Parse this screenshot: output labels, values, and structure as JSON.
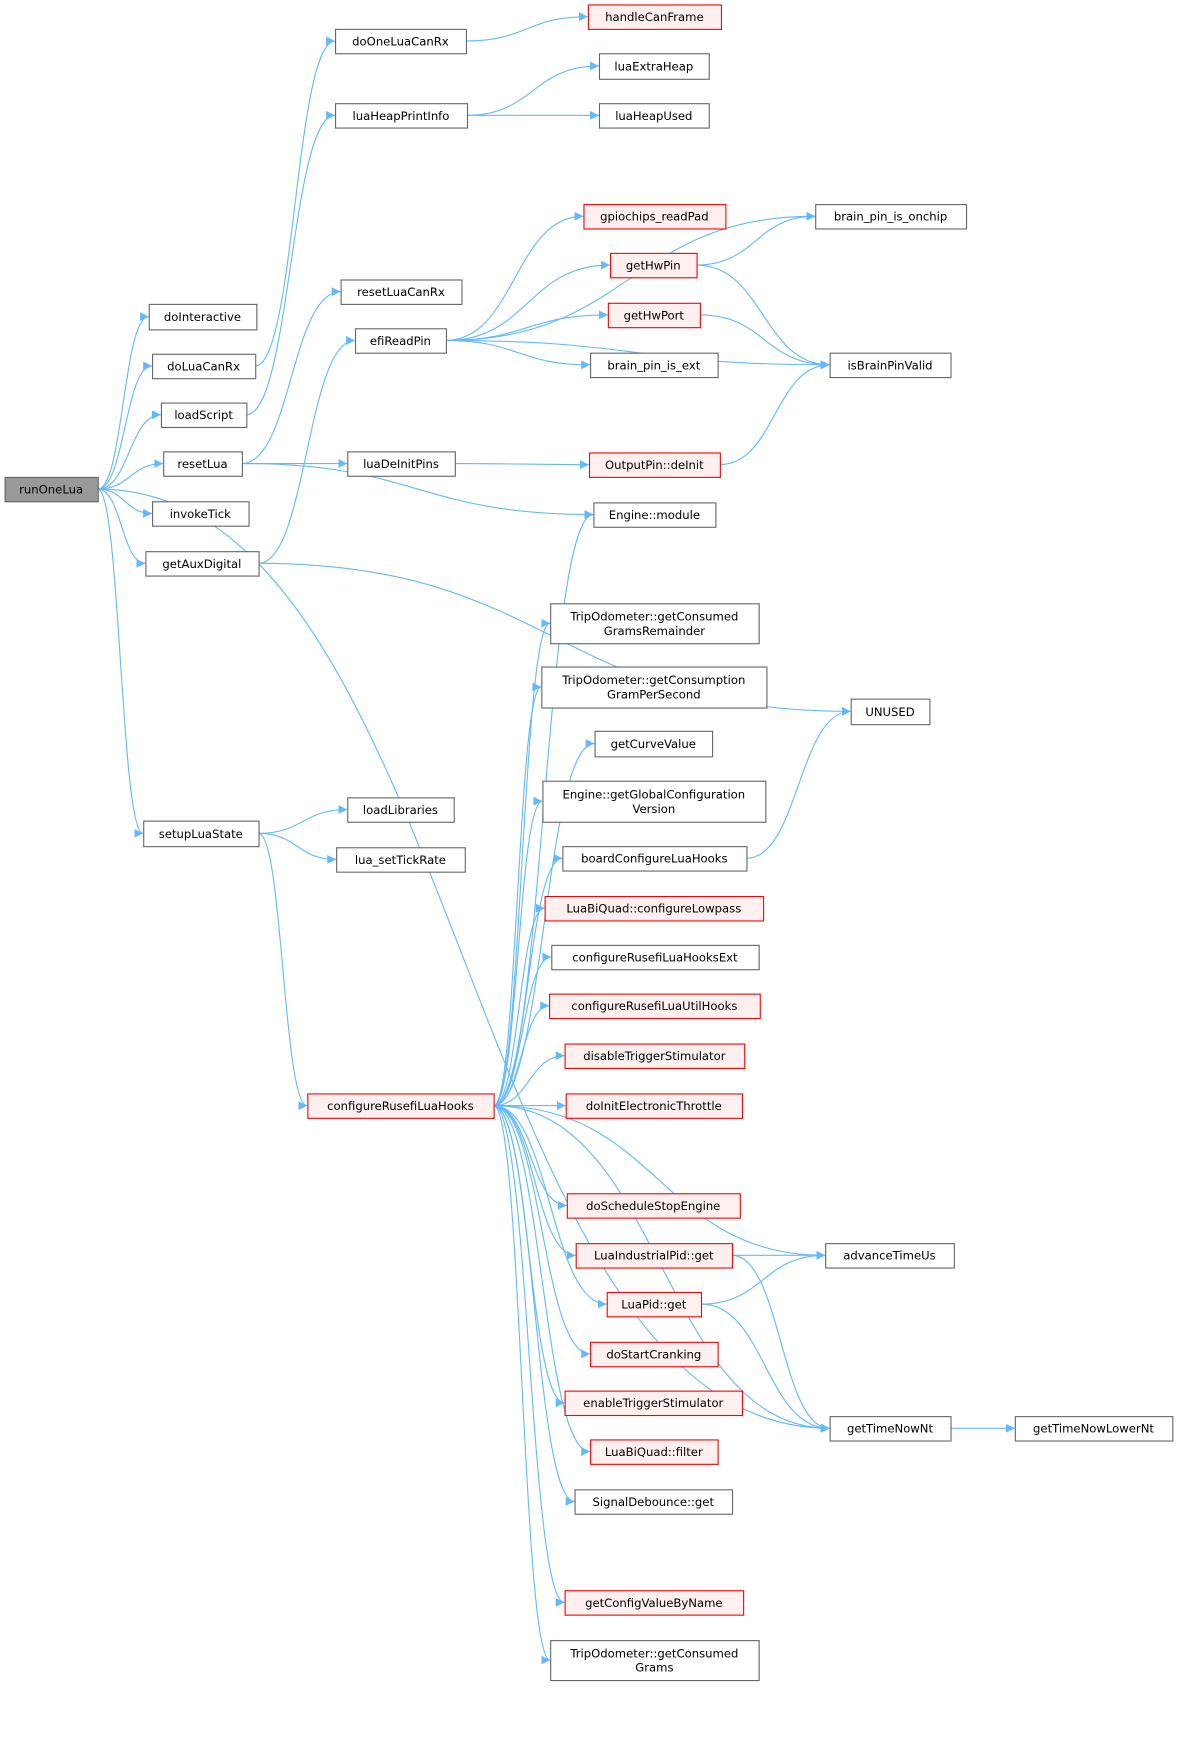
{
  "title": "runOneLua call graph",
  "colors": {
    "edge": "#63b8ff",
    "root_fill": "#999999",
    "red_border": "#ff0000",
    "red_fill": "#fff0f0",
    "border": "#666666"
  },
  "nodes": [
    {
      "id": "runOneLua",
      "lines": [
        "runOneLua"
      ],
      "style": "root"
    },
    {
      "id": "doInteractive",
      "lines": [
        "doInteractive"
      ]
    },
    {
      "id": "doLuaCanRx",
      "lines": [
        "doLuaCanRx"
      ]
    },
    {
      "id": "loadScript",
      "lines": [
        "loadScript"
      ]
    },
    {
      "id": "resetLua",
      "lines": [
        "resetLua"
      ]
    },
    {
      "id": "invokeTick",
      "lines": [
        "invokeTick"
      ]
    },
    {
      "id": "getAuxDigital",
      "lines": [
        "getAuxDigital"
      ]
    },
    {
      "id": "setupLuaState",
      "lines": [
        "setupLuaState"
      ]
    },
    {
      "id": "doOneLuaCanRx",
      "lines": [
        "doOneLuaCanRx"
      ]
    },
    {
      "id": "luaHeapPrintInfo",
      "lines": [
        "luaHeapPrintInfo"
      ]
    },
    {
      "id": "resetLuaCanRx",
      "lines": [
        "resetLuaCanRx"
      ]
    },
    {
      "id": "efiReadPin",
      "lines": [
        "efiReadPin"
      ]
    },
    {
      "id": "luaDeInitPins",
      "lines": [
        "luaDeInitPins"
      ]
    },
    {
      "id": "loadLibraries",
      "lines": [
        "loadLibraries"
      ]
    },
    {
      "id": "lua_setTickRate",
      "lines": [
        "lua_setTickRate"
      ]
    },
    {
      "id": "configureRusefiLuaHooks",
      "lines": [
        "configureRusefiLuaHooks"
      ],
      "style": "red"
    },
    {
      "id": "handleCanFrame",
      "lines": [
        "handleCanFrame"
      ],
      "style": "red"
    },
    {
      "id": "luaExtraHeap",
      "lines": [
        "luaExtraHeap"
      ]
    },
    {
      "id": "luaHeapUsed",
      "lines": [
        "luaHeapUsed"
      ]
    },
    {
      "id": "gpiochips_readPad",
      "lines": [
        "gpiochips_readPad"
      ],
      "style": "red"
    },
    {
      "id": "getHwPin",
      "lines": [
        "getHwPin"
      ],
      "style": "red"
    },
    {
      "id": "getHwPort",
      "lines": [
        "getHwPort"
      ],
      "style": "red"
    },
    {
      "id": "brain_pin_is_ext",
      "lines": [
        "brain_pin_is_ext"
      ]
    },
    {
      "id": "OutputPin::deInit",
      "lines": [
        "OutputPin::deInit"
      ],
      "style": "red"
    },
    {
      "id": "Engine::module",
      "lines": [
        "Engine::module"
      ]
    },
    {
      "id": "TripOdometer::getConsumedGramsRemainder",
      "lines": [
        "TripOdometer::getConsumed",
        "GramsRemainder"
      ]
    },
    {
      "id": "TripOdometer::getConsumptionGramPerSecond",
      "lines": [
        "TripOdometer::getConsumption",
        "GramPerSecond"
      ]
    },
    {
      "id": "getCurveValue",
      "lines": [
        "getCurveValue"
      ]
    },
    {
      "id": "Engine::getGlobalConfigurationVersion",
      "lines": [
        "Engine::getGlobalConfiguration",
        "Version"
      ]
    },
    {
      "id": "boardConfigureLuaHooks",
      "lines": [
        "boardConfigureLuaHooks"
      ]
    },
    {
      "id": "LuaBiQuad::configureLowpass",
      "lines": [
        "LuaBiQuad::configureLowpass"
      ],
      "style": "red"
    },
    {
      "id": "configureRusefiLuaHooksExt",
      "lines": [
        "configureRusefiLuaHooksExt"
      ]
    },
    {
      "id": "configureRusefiLuaUtilHooks",
      "lines": [
        "configureRusefiLuaUtilHooks"
      ],
      "style": "red"
    },
    {
      "id": "disableTriggerStimulator",
      "lines": [
        "disableTriggerStimulator"
      ],
      "style": "red"
    },
    {
      "id": "doInitElectronicThrottle",
      "lines": [
        "doInitElectronicThrottle"
      ],
      "style": "red"
    },
    {
      "id": "doScheduleStopEngine",
      "lines": [
        "doScheduleStopEngine"
      ],
      "style": "red"
    },
    {
      "id": "LuaIndustrialPid::get",
      "lines": [
        "LuaIndustrialPid::get"
      ],
      "style": "red"
    },
    {
      "id": "LuaPid::get",
      "lines": [
        "LuaPid::get"
      ],
      "style": "red"
    },
    {
      "id": "doStartCranking",
      "lines": [
        "doStartCranking"
      ],
      "style": "red"
    },
    {
      "id": "enableTriggerStimulator",
      "lines": [
        "enableTriggerStimulator"
      ],
      "style": "red"
    },
    {
      "id": "LuaBiQuad::filter",
      "lines": [
        "LuaBiQuad::filter"
      ],
      "style": "red"
    },
    {
      "id": "SignalDebounce::get",
      "lines": [
        "SignalDebounce::get"
      ]
    },
    {
      "id": "getConfigValueByName",
      "lines": [
        "getConfigValueByName"
      ],
      "style": "red"
    },
    {
      "id": "TripOdometer::getConsumedGrams",
      "lines": [
        "TripOdometer::getConsumed",
        "Grams"
      ]
    },
    {
      "id": "brain_pin_is_onchip",
      "lines": [
        "brain_pin_is_onchip"
      ]
    },
    {
      "id": "isBrainPinValid",
      "lines": [
        "isBrainPinValid"
      ]
    },
    {
      "id": "UNUSED",
      "lines": [
        "UNUSED"
      ]
    },
    {
      "id": "advanceTimeUs",
      "lines": [
        "advanceTimeUs"
      ]
    },
    {
      "id": "getTimeNowNt",
      "lines": [
        "getTimeNowNt"
      ]
    },
    {
      "id": "getTimeNowLowerNt",
      "lines": [
        "getTimeNowLowerNt"
      ]
    }
  ],
  "edges": [
    [
      "runOneLua",
      "doInteractive"
    ],
    [
      "runOneLua",
      "doLuaCanRx"
    ],
    [
      "runOneLua",
      "loadScript"
    ],
    [
      "runOneLua",
      "resetLua"
    ],
    [
      "runOneLua",
      "invokeTick"
    ],
    [
      "runOneLua",
      "getAuxDigital"
    ],
    [
      "runOneLua",
      "setupLuaState"
    ],
    [
      "runOneLua",
      "getTimeNowNt"
    ],
    [
      "doLuaCanRx",
      "doOneLuaCanRx"
    ],
    [
      "doOneLuaCanRx",
      "handleCanFrame"
    ],
    [
      "loadScript",
      "luaHeapPrintInfo"
    ],
    [
      "luaHeapPrintInfo",
      "luaExtraHeap"
    ],
    [
      "luaHeapPrintInfo",
      "luaHeapUsed"
    ],
    [
      "resetLua",
      "resetLuaCanRx"
    ],
    [
      "resetLua",
      "luaDeInitPins"
    ],
    [
      "resetLua",
      "Engine::module"
    ],
    [
      "getAuxDigital",
      "efiReadPin"
    ],
    [
      "getAuxDigital",
      "UNUSED"
    ],
    [
      "efiReadPin",
      "brain_pin_is_onchip"
    ],
    [
      "efiReadPin",
      "gpiochips_readPad"
    ],
    [
      "efiReadPin",
      "getHwPin"
    ],
    [
      "efiReadPin",
      "getHwPort"
    ],
    [
      "efiReadPin",
      "brain_pin_is_ext"
    ],
    [
      "efiReadPin",
      "isBrainPinValid"
    ],
    [
      "getHwPin",
      "brain_pin_is_onchip"
    ],
    [
      "getHwPin",
      "isBrainPinValid"
    ],
    [
      "getHwPort",
      "isBrainPinValid"
    ],
    [
      "luaDeInitPins",
      "OutputPin::deInit"
    ],
    [
      "OutputPin::deInit",
      "isBrainPinValid"
    ],
    [
      "setupLuaState",
      "loadLibraries"
    ],
    [
      "setupLuaState",
      "lua_setTickRate"
    ],
    [
      "setupLuaState",
      "configureRusefiLuaHooks"
    ],
    [
      "configureRusefiLuaHooks",
      "Engine::module"
    ],
    [
      "configureRusefiLuaHooks",
      "TripOdometer::getConsumedGramsRemainder"
    ],
    [
      "configureRusefiLuaHooks",
      "TripOdometer::getConsumptionGramPerSecond"
    ],
    [
      "configureRusefiLuaHooks",
      "getCurveValue"
    ],
    [
      "configureRusefiLuaHooks",
      "Engine::getGlobalConfigurationVersion"
    ],
    [
      "configureRusefiLuaHooks",
      "boardConfigureLuaHooks"
    ],
    [
      "configureRusefiLuaHooks",
      "LuaBiQuad::configureLowpass"
    ],
    [
      "configureRusefiLuaHooks",
      "configureRusefiLuaHooksExt"
    ],
    [
      "configureRusefiLuaHooks",
      "configureRusefiLuaUtilHooks"
    ],
    [
      "configureRusefiLuaHooks",
      "disableTriggerStimulator"
    ],
    [
      "configureRusefiLuaHooks",
      "doInitElectronicThrottle"
    ],
    [
      "configureRusefiLuaHooks",
      "doScheduleStopEngine"
    ],
    [
      "configureRusefiLuaHooks",
      "LuaIndustrialPid::get"
    ],
    [
      "configureRusefiLuaHooks",
      "LuaPid::get"
    ],
    [
      "configureRusefiLuaHooks",
      "doStartCranking"
    ],
    [
      "configureRusefiLuaHooks",
      "enableTriggerStimulator"
    ],
    [
      "configureRusefiLuaHooks",
      "LuaBiQuad::filter"
    ],
    [
      "configureRusefiLuaHooks",
      "SignalDebounce::get"
    ],
    [
      "configureRusefiLuaHooks",
      "getConfigValueByName"
    ],
    [
      "configureRusefiLuaHooks",
      "TripOdometer::getConsumedGrams"
    ],
    [
      "configureRusefiLuaHooks",
      "advanceTimeUs"
    ],
    [
      "configureRusefiLuaHooks",
      "getTimeNowNt"
    ],
    [
      "boardConfigureLuaHooks",
      "UNUSED"
    ],
    [
      "LuaIndustrialPid::get",
      "advanceTimeUs"
    ],
    [
      "LuaIndustrialPid::get",
      "getTimeNowNt"
    ],
    [
      "LuaPid::get",
      "advanceTimeUs"
    ],
    [
      "LuaPid::get",
      "getTimeNowNt"
    ],
    [
      "getTimeNowNt",
      "getTimeNowLowerNt"
    ]
  ]
}
